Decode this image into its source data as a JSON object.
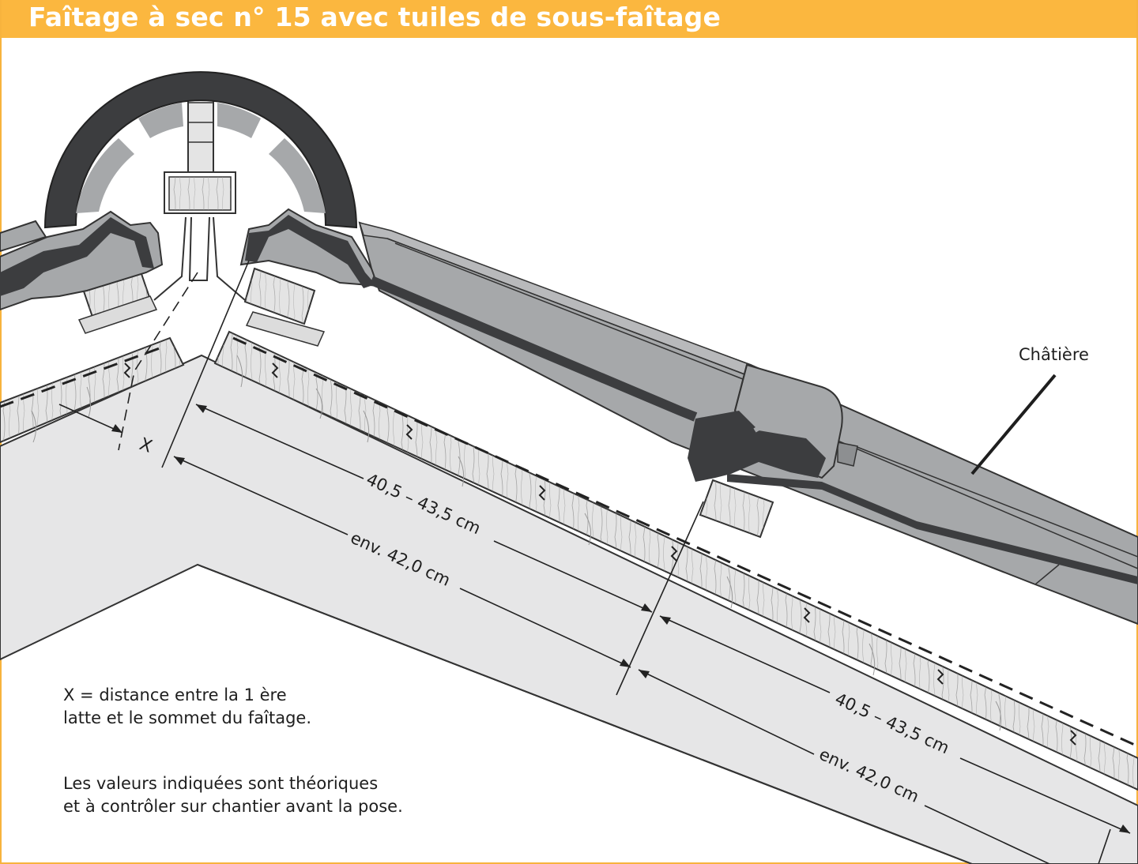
{
  "title": "Faîtage à sec n° 15 avec tuiles de sous-faîtage",
  "labels": {
    "chatiere": "Châtière",
    "x_marker": "X",
    "dim_top_left": "40,5 – 43,5 cm",
    "dim_bottom_left": "env. 42,0 cm",
    "dim_top_right": "40,5 – 43,5 cm",
    "dim_bottom_right": "env. 42,0 cm"
  },
  "notes": {
    "x_definition_line1": "X = distance entre la 1 ère",
    "x_definition_line2": "latte et le sommet du faîtage.",
    "disclaimer_line1": "Les valeurs indiquées sont théoriques",
    "disclaimer_line2": "et à contrôler sur chantier avant la pose."
  },
  "colors": {
    "header": "#fbb73f",
    "tile_dark": "#3c3d3f",
    "tile_mid": "#a6a8aa",
    "tile_light": "#cfd0d2",
    "wood": "#e4e4e4",
    "roof_panel": "#e6e6e7"
  }
}
